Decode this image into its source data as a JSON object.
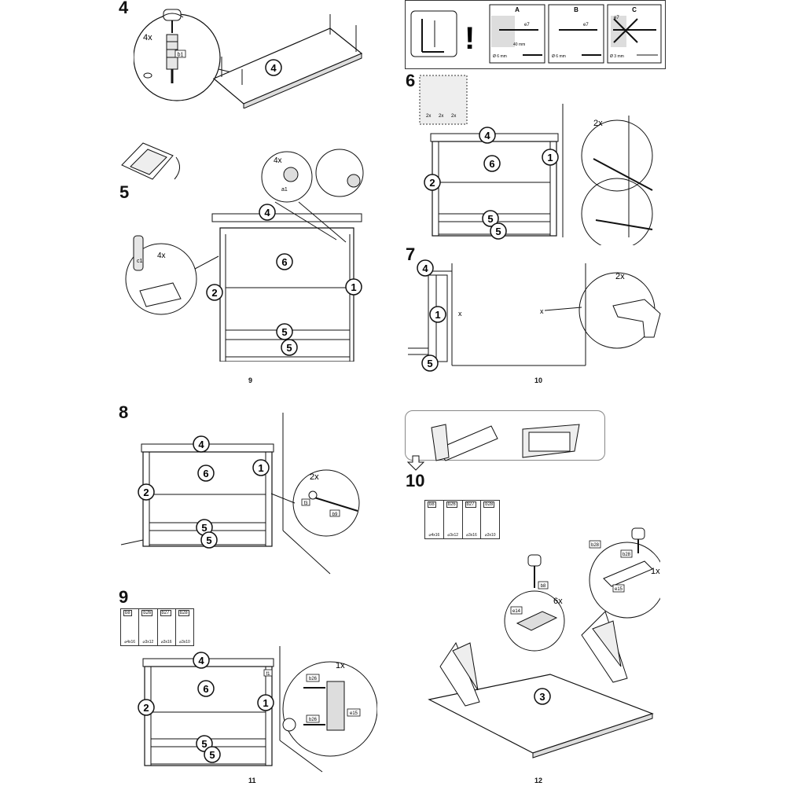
{
  "steps": [
    {
      "number": "4",
      "mult": "4x",
      "part": "b1",
      "board": "4"
    },
    {
      "number": "5",
      "mult_a": "4x",
      "part_a": "a1",
      "mult_c": "4x",
      "part_c": "c1",
      "labels": [
        "4",
        "6",
        "2",
        "1",
        "5",
        "5"
      ]
    },
    {
      "number": "6",
      "mult": "2x",
      "labels": [
        "4",
        "6",
        "2",
        "1",
        "5",
        "5"
      ],
      "kit_counts": [
        "2x",
        "2x",
        "2x"
      ]
    },
    {
      "number": "7",
      "mult": "2x",
      "mark": "x",
      "labels": [
        "4",
        "1",
        "5"
      ]
    },
    {
      "number": "8",
      "mult": "2x",
      "parts": [
        "f3",
        "b9"
      ],
      "labels": [
        "4",
        "6",
        "2",
        "1",
        "5",
        "5"
      ]
    },
    {
      "number": "9",
      "mult": "1x",
      "parts": [
        "b26",
        "b26",
        "e15",
        "f1"
      ],
      "labels": [
        "4",
        "6",
        "2",
        "1",
        "5",
        "5"
      ],
      "legend": [
        {
          "code": "b8",
          "size": "⌀4x16"
        },
        {
          "code": "b26",
          "size": "⌀3x12"
        },
        {
          "code": "b27",
          "size": "⌀3x16"
        },
        {
          "code": "b28",
          "size": "⌀3x10"
        }
      ]
    },
    {
      "number": "10",
      "mult_a": "6x",
      "mult_b": "1x",
      "parts": [
        "b8",
        "e14",
        "b28",
        "b28",
        "e15"
      ],
      "board": "3",
      "legend": [
        {
          "code": "b8",
          "size": "⌀4x16"
        },
        {
          "code": "b26",
          "size": "⌀3x12"
        },
        {
          "code": "b27",
          "size": "⌀3x16"
        },
        {
          "code": "b28",
          "size": "⌀3x10"
        }
      ]
    }
  ],
  "wall_warning": {
    "panels": [
      {
        "letter": "A",
        "part": "e7",
        "dim": "40 mm",
        "drill": "Ø 6 mm"
      },
      {
        "letter": "B",
        "part": "e7",
        "drill": "Ø 6 mm"
      },
      {
        "letter": "C",
        "part": "e7",
        "drill": "Ø 3 mm"
      }
    ]
  },
  "page_numbers": [
    "9",
    "10",
    "11",
    "12"
  ]
}
